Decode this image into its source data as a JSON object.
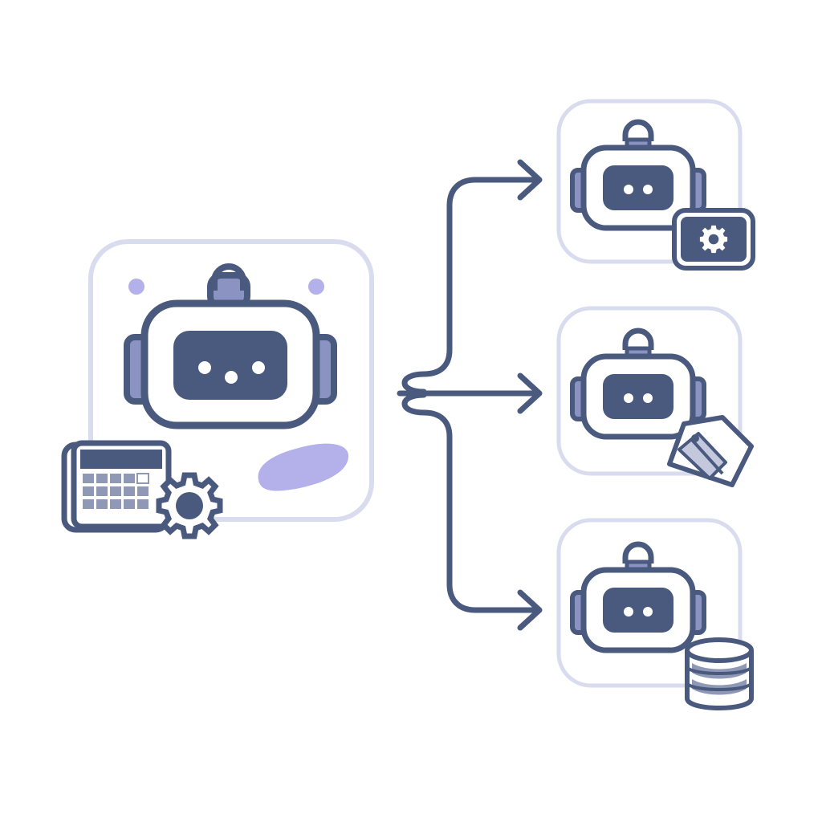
{
  "diagram": {
    "type": "orchestrator-dispatch",
    "orchestrator": {
      "icon": "robot-icon",
      "badges": [
        "calendar-grid-icon",
        "gear-icon"
      ]
    },
    "workers": [
      {
        "icon": "robot-icon",
        "badge": "gear-icon"
      },
      {
        "icon": "robot-icon",
        "badge": "pen-nib-icon"
      },
      {
        "icon": "robot-icon",
        "badge": "database-icon"
      }
    ],
    "connectors": {
      "style": "branching-arrows",
      "count": 3
    }
  },
  "colors": {
    "ink": "#4a5a7e",
    "panel_border": "#d9dcef",
    "accent_purple": "#b4b0ea",
    "ear_fill": "#8b93c2",
    "white": "#ffffff"
  }
}
